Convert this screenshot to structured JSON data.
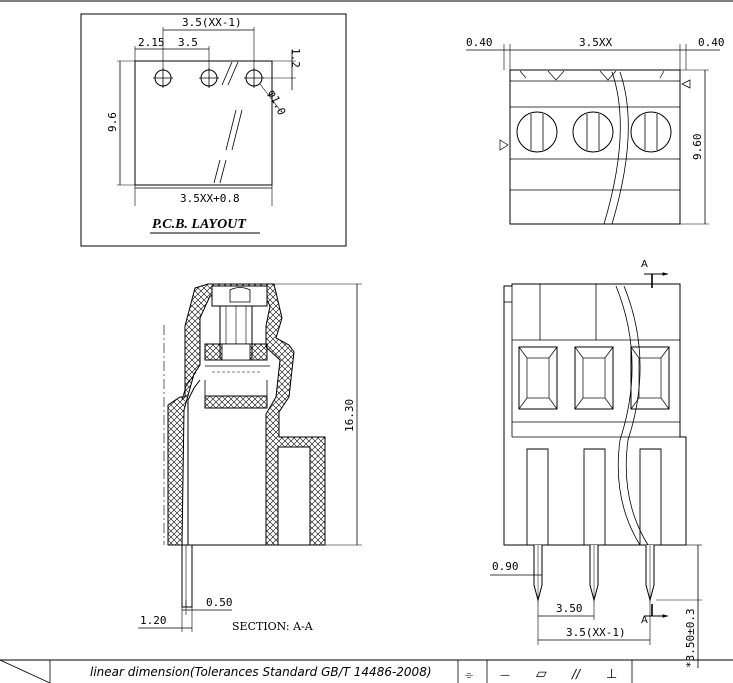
{
  "pcb_layout": {
    "title": "P.C.B. LAYOUT",
    "dim_pitch_total": "3.5(XX-1)",
    "dim_offset": "2.15",
    "dim_pitch": "3.5",
    "dim_vertical_offset": "1.2",
    "dim_height": "9.6",
    "dim_hole": "φ1.0",
    "dim_width": "3.5XX+0.8"
  },
  "top_view": {
    "dim_left_margin": "0.40",
    "dim_pitch": "3.5XX",
    "dim_right_margin": "0.40",
    "dim_height": "9.60"
  },
  "section_view": {
    "dim_height": "16.30",
    "dim_pin_offset": "1.20",
    "dim_pin_width": "0.50",
    "caption": "SECTION: A-A"
  },
  "front_view": {
    "section_marker_top": "A",
    "section_marker_bottom": "A",
    "dim_pin_diameter": "0.90",
    "dim_pitch": "3.50",
    "dim_pitch_total": "3.5(XX-1)",
    "dim_pin_length": "*3.50±0.3"
  },
  "footer": {
    "note": "linear dimension(Tolerances Standard GB/T 14486-2008)",
    "symbols": {
      "flatness": "⌯",
      "straightness": "—",
      "parallelogram": "▱",
      "parallel": "//",
      "perpendicular": "⊥"
    }
  }
}
